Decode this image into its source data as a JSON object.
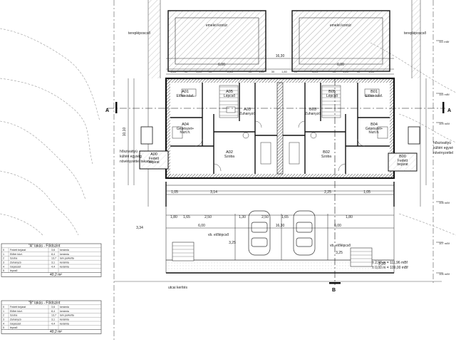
{
  "labels": {
    "emelet_kontur_l": "emelet kontúr",
    "emelet_kontur_r": "emelet kontúr",
    "terepleposcso_l": "terepléposcső",
    "terepleposcso_r": "terepléposcső",
    "hoszivattyu": [
      "hőszivattyú",
      "kültéri egység",
      "növényzettel takarva"
    ],
    "hoszivattyu_r": [
      "hőszivattyú",
      "kültéri egysé",
      "növényzettel"
    ],
    "vb_eleleposcso_l": "vb. előlépcső",
    "vb_eleleposcso_r": "vb. előlépcső",
    "utcai_kerites": "utcai kerítés",
    "section_a_left": "A",
    "section_a_right": "A",
    "section_b": "B",
    "level_note_1": "± 2,98 m = 111,96 mBf",
    "level_note_2": "± 0,00 m = 109,00 mBf",
    "dim_total_top": "16,30",
    "dim_total_bottom": "16,30",
    "dim_10_10": "10,10",
    "dim_6_00": "6,00"
  },
  "rooms": [
    {
      "code": "A01",
      "name": "Előtér-közl."
    },
    {
      "code": "A05",
      "name": "Lépcső"
    },
    {
      "code": "A03",
      "name": "Zuhanyzó"
    },
    {
      "code": "A04",
      "name": "Gépészet+ házt.h."
    },
    {
      "code": "A02",
      "name": "Szoba"
    },
    {
      "code": "A00",
      "name": "Fedett bejárat"
    },
    {
      "code": "B05",
      "name": "Lépcső"
    },
    {
      "code": "B03",
      "name": "Zuhanyzó"
    },
    {
      "code": "B01",
      "name": "Előtér-közl."
    },
    {
      "code": "B04",
      "name": "Gépészet+ házt.h."
    },
    {
      "code": "B02",
      "name": "Szoba"
    },
    {
      "code": "B00",
      "name": "Fedett bejárat"
    }
  ],
  "elevations": [
    "111 mBf",
    "110 mBf",
    "109 mBf",
    "108 mBf",
    "107 mBf",
    "106 mBf"
  ],
  "tables": [
    {
      "title": "\"A\" lakás - Földszint",
      "rows": [
        [
          "0",
          "Fedett bejárat",
          "3,6",
          "kerámia"
        ],
        [
          "1",
          "Előtér közl.",
          "8,4",
          "kerámia"
        ],
        [
          "2",
          "Szoba",
          "13,7",
          "lam.parketta"
        ],
        [
          "3",
          "Zuhanyzó",
          "3,1",
          "kerámia"
        ],
        [
          "4",
          "Gépészet",
          "4,4",
          "kerámia"
        ],
        [
          "5",
          "lépcső",
          "",
          ""
        ]
      ],
      "total": "40,2 m²"
    },
    {
      "title": "\"B\" lakás - Földszint",
      "rows": [
        [
          "0",
          "Fedett bejárat",
          "3,6",
          "kerámia"
        ],
        [
          "1",
          "Előtér közl.",
          "8,4",
          "kerámia"
        ],
        [
          "2",
          "Szoba",
          "13,7",
          "lam.parketta"
        ],
        [
          "3",
          "Zuhanyzó",
          "3,1",
          "kerámia"
        ],
        [
          "4",
          "Gépészet",
          "4,4",
          "kerámia"
        ],
        [
          "5",
          "lépcső",
          "",
          ""
        ]
      ],
      "total": "40,2 m²"
    }
  ],
  "dims_top": [
    "1,65",
    "90",
    "1,20",
    "10",
    "2,85",
    "10",
    "1,80",
    "30",
    "1,80",
    "10",
    "4,25",
    "10",
    "1,20",
    "90",
    "1,65"
  ],
  "dims_bottom": [
    "1,05",
    "3,14",
    "2,25",
    "1,05"
  ],
  "dims_parking": [
    "1,80",
    "1,65",
    "2,50",
    "1,30",
    "2,50",
    "1,65",
    "1,80"
  ],
  "dims_misc": [
    "3,34",
    "3,25",
    "3,25",
    "2,20",
    "6,00",
    "6,00"
  ]
}
